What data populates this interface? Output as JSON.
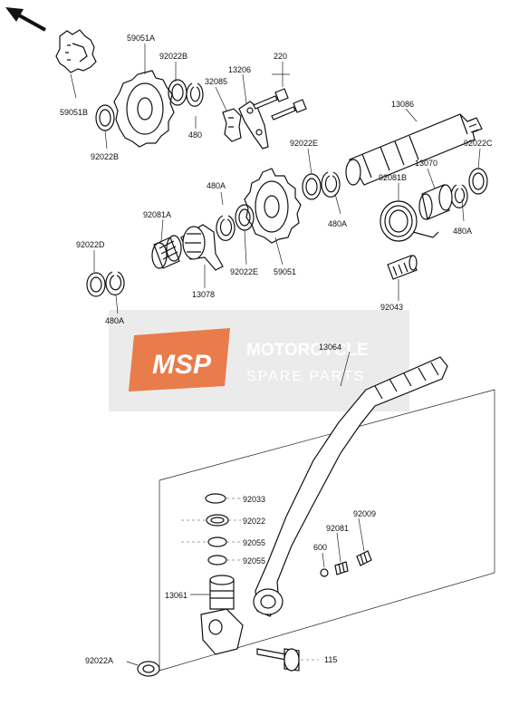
{
  "labels": {
    "p59051A": "59051A",
    "p92022B_top": "92022B",
    "p32085": "32085",
    "p13206": "13206",
    "p220": "220",
    "p59051B": "59051B",
    "p92022B_bot": "92022B",
    "p480_top": "480",
    "p13086": "13086",
    "p92022E_top": "92022E",
    "p92022C": "92022C",
    "p480A_gear": "480A",
    "p13070": "13070",
    "p92081B": "92081B",
    "p92081A": "92081A",
    "p480A_mid": "480A",
    "p480A_right": "480A",
    "p92022D": "92022D",
    "p92022E_mid": "92022E",
    "p59051": "59051",
    "p13078": "13078",
    "p480A_left": "480A",
    "p92043": "92043",
    "p13064": "13064",
    "p92033": "92033",
    "p92022": "92022",
    "p92055a": "92055",
    "p92055b": "92055",
    "p92009": "92009",
    "p92081": "92081",
    "p600": "600",
    "p13061": "13061",
    "p92022A": "92022A",
    "p115": "115"
  },
  "watermark": {
    "logo": "MSP",
    "title": "MOTORCYCLE",
    "subtitle": "SPARE PARTS",
    "color": "#e8703a"
  }
}
